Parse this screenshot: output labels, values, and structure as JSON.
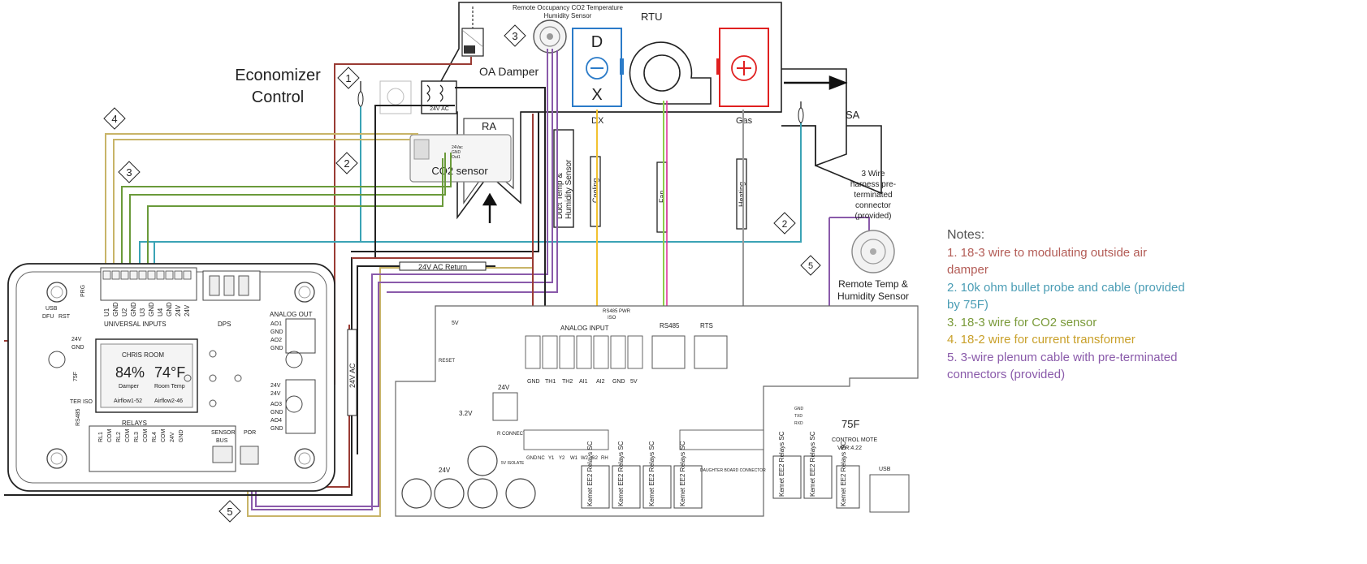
{
  "title": "Economizer Control",
  "labels": {
    "oa_damper": "OA Damper",
    "rtu": "RTU",
    "ra": "RA",
    "sa": "SA",
    "dx": "DX",
    "gas": "Gas",
    "co2_sensor": "CO2 sensor",
    "co2_terms": [
      "24Vac",
      "GND",
      "Out1"
    ],
    "transformer_24vac": "24V AC",
    "remote_sensor_top": "Remote Occupancy CO2 Temperature",
    "remote_sensor_top2": "Humidity Sensor",
    "duct_sensor": "Duct Temp &",
    "duct_sensor2": "Humidity Sensor",
    "cooling": "Cooling",
    "fan": "Fan",
    "heating": "Heating",
    "return_24vac": "24V AC Return",
    "supply_24vac": "24V AC",
    "harness_caption": [
      "3 Wire",
      "harness pre-",
      "terminated",
      "connector",
      "(provided)"
    ],
    "remote_temp_caption": [
      "Remote Temp &",
      "Humidity Sensor"
    ],
    "badges": [
      "1",
      "2",
      "3",
      "4",
      "5"
    ]
  },
  "economizer": {
    "screen_title": "CHRIS ROOM",
    "co2_value": "84%",
    "damper_label": "Damper",
    "temp_value": "74°F",
    "temp_label": "Room Temp",
    "airflow1": "Airflow1-52",
    "airflow2": "Airflow2-46",
    "universal_inputs": "UNIVERSAL INPUTS",
    "ui_terms": [
      "U1",
      "GND",
      "U2",
      "GND",
      "U3",
      "GND",
      "U4",
      "GND",
      "24V",
      "24V"
    ],
    "analog_out": "ANALOG OUT",
    "ao_terms": [
      "AO1",
      "GND",
      "AO2",
      "GND",
      "",
      "24V",
      "24V",
      "",
      "AO3",
      "GND",
      "AO4",
      "GND"
    ],
    "relays": "RELAYS",
    "relay_terms": [
      "RL1",
      "COM",
      "RL2",
      "COM",
      "RL3",
      "COM",
      "RL4",
      "COM",
      "24V",
      "GND"
    ],
    "sensor_bus": "SENSOR",
    "sensor_bus2": "BUS",
    "por": "POR",
    "dps": "DPS",
    "prg": "PRG",
    "usb": "USB",
    "dfu": "DFU",
    "rst": "RST",
    "power_in": "24V",
    "power_gnd": "GND",
    "rs485": "RS485",
    "ter_iso": "TER ISO",
    "brand": "75F"
  },
  "control_mote": {
    "analog_input": "ANALOG INPUT",
    "ai_terms": [
      "GND",
      "TH1",
      "TH2",
      "AI1",
      "AI2",
      "GND",
      "5V"
    ],
    "rs485": "RS485",
    "rts": "RTS",
    "rs485_pwr": "RS485 PWR",
    "iso": "ISO",
    "reset": "RESET",
    "v24": "24V",
    "v5": "5V",
    "v33": "3.2V",
    "r_connect": "R CONNECT",
    "isolate": "5V ISOLATE",
    "relay_module": "Kemet EE2 Relays SC",
    "daughter": "DAUGHTER BOARD CONNECTOR",
    "model": "CONTROL MOTE",
    "version": "VER:4.22",
    "brand": "75F",
    "usb": "USB",
    "serial_terms": [
      "GND",
      "TXD",
      "RXD"
    ],
    "bottom_terms": [
      "GND",
      "NC",
      "Y1",
      "Y2",
      "W1",
      "W2",
      "G2",
      "RH"
    ]
  },
  "notes": {
    "heading": "Notes:",
    "items": [
      "1. 18-3 wire to modulating outside air damper",
      "2. 10k ohm bullet probe and cable (provided by 75F)",
      "3. 18-3 wire for CO2 sensor",
      "4. 18-2 wire for current transformer",
      "5. 3-wire plenum cable with pre-terminated connectors (provided)"
    ]
  },
  "colors": {
    "wire1": "#9a3b34",
    "wire2": "#3aa3b5",
    "wire3": "#6a9a3a",
    "wire4": "#c8b468",
    "wire5": "#8a5aaa",
    "black": "#222222",
    "cooling_wire": "#f2c230",
    "fan_wire_a": "#8dcf4a",
    "fan_wire_b": "#e0359a",
    "heating_wire": "#9a9a9a",
    "dx_blue": "#2b7bc8",
    "gas_red": "#e02020",
    "note1": "#b35c56",
    "note2": "#4b9db5",
    "note3": "#7a9a3a",
    "note4": "#c9a02a",
    "note5": "#8a5aaa"
  }
}
